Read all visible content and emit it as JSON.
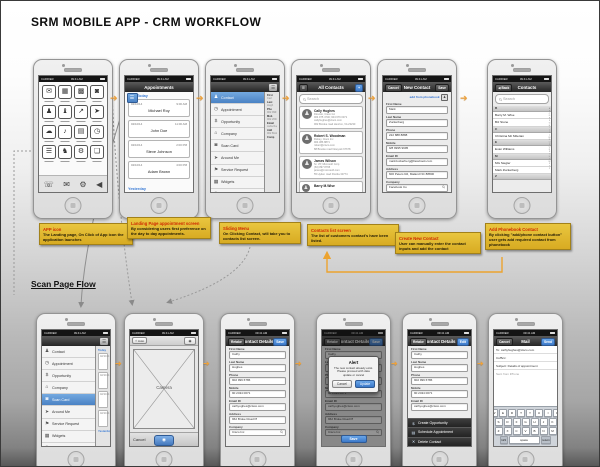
{
  "title": "SRM MOBILE APP - CRM WORKFLOW",
  "scan_flow_label": "Scan Page Flow",
  "status": {
    "carrier": "CARRIER",
    "time": "09:41 AM"
  },
  "icons": {
    "arrow": "➔",
    "menu": "☰",
    "search": "⚲",
    "plus": "+",
    "back_glyph": "◀",
    "person": "♟",
    "shutter": "◉",
    "flip": "◉",
    "auto_flash": "⚡"
  },
  "home": {
    "apps": [
      "✉",
      "▦",
      "▩",
      "◙",
      "♟",
      "♝",
      "↗",
      "➤",
      "☁",
      "♪",
      "▤",
      "◷",
      "☰",
      "♞",
      "⚙",
      "❏"
    ],
    "dock": [
      "☏",
      "✉",
      "⚙",
      "◀"
    ]
  },
  "appointments": {
    "title": "Appointments",
    "today": "Today",
    "yesterday": "Yesterday",
    "items": [
      {
        "date": "02/10/14",
        "time": "9:00 AM",
        "name": "Michael Roy"
      },
      {
        "date": "02/10/14",
        "time": "11:00 AM",
        "name": "John Doe"
      },
      {
        "date": "02/10/14",
        "time": "2:00 PM",
        "name": "Steve Johnson"
      },
      {
        "date": "02/10/14",
        "time": "4:00 PM",
        "name": "Adam Brown"
      }
    ]
  },
  "menu": {
    "items": [
      {
        "glyph": "♟",
        "label": "Contact",
        "cls": "active"
      },
      {
        "glyph": "◷",
        "label": "Appointment"
      },
      {
        "glyph": "$",
        "label": "Opportunity"
      },
      {
        "glyph": "⌂",
        "label": "Company"
      },
      {
        "glyph": "◙",
        "label": "Scan Card"
      },
      {
        "glyph": "➤",
        "label": "Around Me"
      },
      {
        "glyph": "⚑",
        "label": "Service Request"
      },
      {
        "glyph": "▦",
        "label": "Widgets"
      },
      {
        "glyph": "⚙",
        "label": "Settings"
      }
    ],
    "peek": [
      {
        "l": "First",
        "v": "Carl"
      },
      {
        "l": "Last",
        "v": "Hugh"
      },
      {
        "l": "Pho",
        "v": "902 999"
      },
      {
        "l": "Mob",
        "v": "902 2634"
      },
      {
        "l": "Email",
        "v": "carlschug"
      },
      {
        "l": "Add",
        "v": "902 Broke"
      },
      {
        "l": "Comp",
        "v": ""
      }
    ]
  },
  "contacts": {
    "title": "All Contacts",
    "search": "Search",
    "entries": [
      {
        "name": "Cally Hughes",
        "role": "Director, Cisco Inc",
        "phone": "904 975 4746; 904 676 0371",
        "email": "callyhughes@cisco.com",
        "address": "962 Brooke road Henrico, VA 23230"
      },
      {
        "name": "Robert S. Woodman",
        "role": "Robey, Cisco Inc",
        "phone": "904 386 8871",
        "email": "robert@cisco.com",
        "address": "88 Brooke road Newyork 67678"
      },
      {
        "name": "James Wilson",
        "role": "Sr. VP, Microsoft Corp",
        "phone": "(63) 897 8795",
        "email": "james@microsoft.com",
        "address": "55 Hyden road Florida 33774"
      }
    ],
    "partial": "Barry M.Wise"
  },
  "new_contact": {
    "cancel": "Cancel",
    "title": "New Contact",
    "save": "Save",
    "phonebook": "add from phonebook",
    "fields": [
      {
        "label": "First Name",
        "value": "Mark"
      },
      {
        "label": "Last Name",
        "value": "Zuckerberg"
      },
      {
        "label": "Phone",
        "value": "222 888 8888"
      },
      {
        "label": "Mobile",
        "value": "9/8 9995 9995"
      },
      {
        "label": "Email ID",
        "value": "markzuckerberg@facebook.com"
      },
      {
        "label": "Address",
        "value": "600 Peters Rd, Maland NC 88800"
      },
      {
        "label": "Company",
        "value": "Facebook Co",
        "icon": "⚲"
      },
      {
        "label": "Designation",
        "value": "Director - Sales"
      }
    ]
  },
  "contacts_az": {
    "back": "Back",
    "title": "Contacts",
    "search": "Search",
    "index": "ABCDEFGHIJKLMNOPQRSTUVWXYZ",
    "rows": [
      {
        "cls": "azsec",
        "text": "B"
      },
      {
        "cls": "azrow",
        "text": "Barry M. Wise"
      },
      {
        "cls": "azrow",
        "text": "Biz Stone"
      },
      {
        "cls": "azsec",
        "text": "C"
      },
      {
        "cls": "azrow",
        "text": "Christina Mc Milerian"
      },
      {
        "cls": "azsec",
        "text": "E"
      },
      {
        "cls": "azrow",
        "text": "Evan Williams"
      },
      {
        "cls": "azsec",
        "text": "M"
      },
      {
        "cls": "azrow",
        "text": "MG Siegler"
      },
      {
        "cls": "azrow",
        "text": "Mark Zuckerberg"
      },
      {
        "cls": "azsec",
        "text": "Z"
      }
    ]
  },
  "notes": [
    {
      "title": "APP icon",
      "body": "The Landing page, On Click of App icon the application launches"
    },
    {
      "title": "Landing Page appointment screen",
      "body": "By considering users first preference on the day to day appointments."
    },
    {
      "title": "Sliding Menu",
      "body": "On Clicking Contact, will take you to contacts list screen."
    },
    {
      "title": "Contacts list screen",
      "body": "The list of customers contact's have been listed."
    },
    {
      "title": "Create New Contact",
      "body": "User can manually enter the contact inputs and add the contact"
    },
    {
      "title": "Add Phonebook Contact",
      "body": "By clicking \"add/phone contact button\" user gets add required contact from phonebook"
    }
  ],
  "menu_scan": {
    "items": [
      {
        "glyph": "♟",
        "label": "Contact"
      },
      {
        "glyph": "◷",
        "label": "Appointment"
      },
      {
        "glyph": "$",
        "label": "Opportunity"
      },
      {
        "glyph": "⌂",
        "label": "Company"
      },
      {
        "glyph": "◙",
        "label": "Scan Card",
        "cls": "active"
      },
      {
        "glyph": "➤",
        "label": "Around Me"
      },
      {
        "glyph": "⚑",
        "label": "Service Request"
      },
      {
        "glyph": "▦",
        "label": "Widgets"
      },
      {
        "glyph": "⚙",
        "label": "Settings"
      }
    ],
    "peek": {
      "today": "Today",
      "dates": [
        "02/10/14",
        "02/10/14",
        "02/10/14",
        "02/10/14"
      ],
      "yesterday": "Yesterday"
    }
  },
  "camera": {
    "auto": "Auto",
    "label": "Camera",
    "cancel": "Cancel"
  },
  "scan_form": {
    "left": "Retake",
    "title": "Contact Details",
    "right": "Save",
    "fields": [
      {
        "label": "First Name",
        "value": "Cathy"
      },
      {
        "label": "Last Name",
        "value": "Hughes"
      },
      {
        "label": "Phone",
        "value": "902 999 6786"
      },
      {
        "label": "Mobile",
        "value": "90 2434 0071"
      },
      {
        "label": "Email ID",
        "value": "cathyughes@cisco.com"
      },
      {
        "label": "Address",
        "value": "962 Broke Road Pl"
      },
      {
        "label": "Company",
        "value": "Cisco Inc",
        "icon": "⚲"
      }
    ]
  },
  "alert_screen": {
    "left": "Retake",
    "title": "Contact Details",
    "right": "Save",
    "save": "Save",
    "alert": {
      "title": "Alert",
      "message": "The new contact already exist. Please proceed with data update or cancel",
      "cancel": "Cancel",
      "update": "Update"
    }
  },
  "details": {
    "left": "Retake",
    "title": "Contact Details",
    "right": "Edit",
    "fields": [
      {
        "label": "First Name",
        "value": "Cathy"
      },
      {
        "label": "Last Name",
        "value": "Hughes"
      },
      {
        "label": "Phone",
        "value": "902 999 6786"
      },
      {
        "label": "Mobile",
        "value": "90 2434 0071"
      },
      {
        "label": "Email ID",
        "value": "cathyughes@cisco.com"
      }
    ],
    "actions": [
      {
        "glyph": "$",
        "label": "Create Opportunity"
      },
      {
        "glyph": "▤",
        "label": "Schedule Appointment"
      },
      {
        "glyph": "✕",
        "label": "Delete Contact"
      }
    ]
  },
  "mail": {
    "cancel": "Cancel",
    "title": "Mail",
    "send": "Send",
    "lines": [
      "To: cathyhughes@cisco.com",
      "Cc/Bcc:",
      "Subject: Details of appointment"
    ],
    "body": "Sent from iPhone",
    "kb1": [
      "Q",
      "W",
      "E",
      "R",
      "T",
      "Y",
      "U",
      "I",
      "O",
      "P"
    ],
    "kb2": [
      "A",
      "S",
      "D",
      "F",
      "G",
      "H",
      "J",
      "K",
      "L"
    ],
    "kb3": [
      {
        "t": "⇧",
        "cls": "kmod"
      },
      {
        "t": "Z"
      },
      {
        "t": "X"
      },
      {
        "t": "C"
      },
      {
        "t": "V"
      },
      {
        "t": "B"
      },
      {
        "t": "N"
      },
      {
        "t": "M"
      },
      {
        "t": "←",
        "cls": "kmod"
      }
    ],
    "kb4": [
      {
        "t": "123",
        "cls": "kmod"
      },
      {
        "t": "space",
        "cls": "kspace"
      },
      {
        "t": "return",
        "cls": "kmod"
      }
    ]
  }
}
